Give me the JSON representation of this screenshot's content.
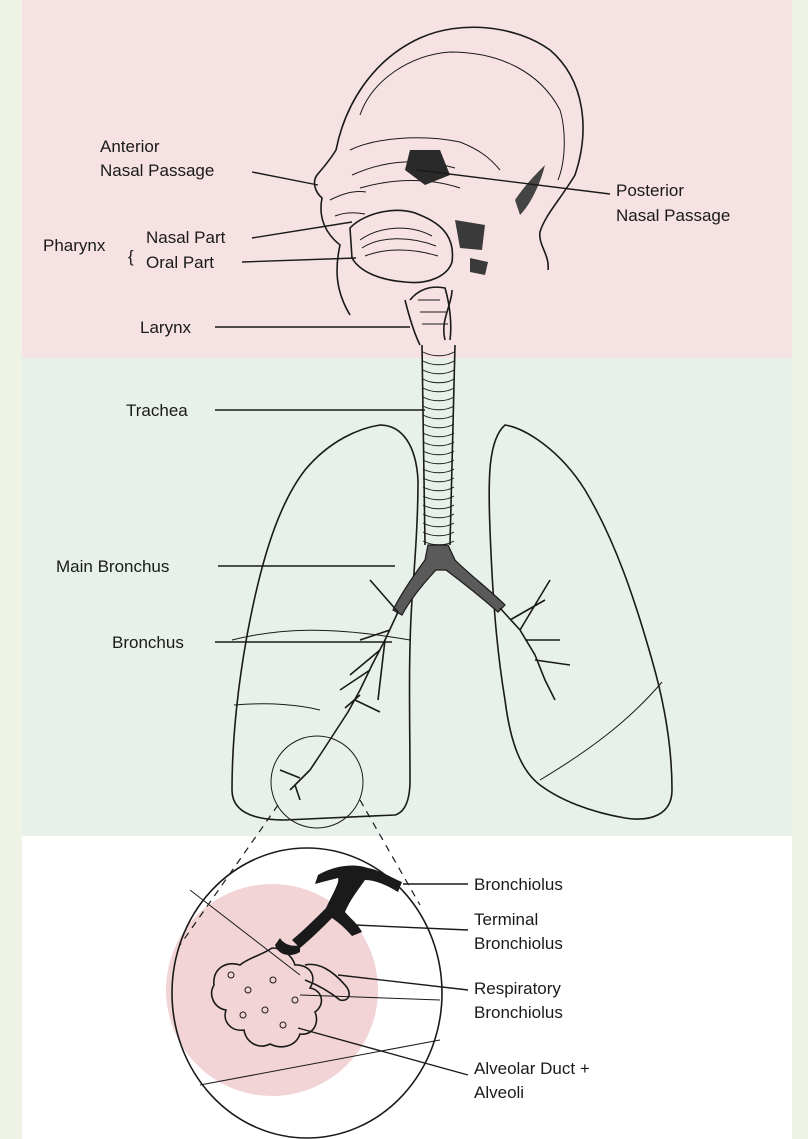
{
  "colors": {
    "page_background": "#eef3e6",
    "upper_zone": "#f6e2e2",
    "middle_zone": "#e8f0ea",
    "lower_zone": "#ffffff",
    "highlight_circle": "#f2d3d6",
    "ink": "#1a1a1a"
  },
  "labels": {
    "anterior_nasal_line1": "Anterior",
    "anterior_nasal_line2": "Nasal Passage",
    "posterior_nasal_line1": "Posterior",
    "posterior_nasal_line2": "Nasal Passage",
    "pharynx": "Pharynx",
    "pharynx_bracket": "{",
    "nasal_part": "Nasal Part",
    "oral_part": "Oral Part",
    "larynx": "Larynx",
    "trachea": "Trachea",
    "main_bronchus": "Main Bronchus",
    "bronchus": "Bronchus",
    "bronchiolus": "Bronchiolus",
    "terminal_line1": "Terminal",
    "terminal_line2": "Bronchiolus",
    "respiratory_line1": "Respiratory",
    "respiratory_line2": "Bronchiolus",
    "alveolar_line1": "Alveolar Duct +",
    "alveolar_line2": "Alveoli"
  }
}
